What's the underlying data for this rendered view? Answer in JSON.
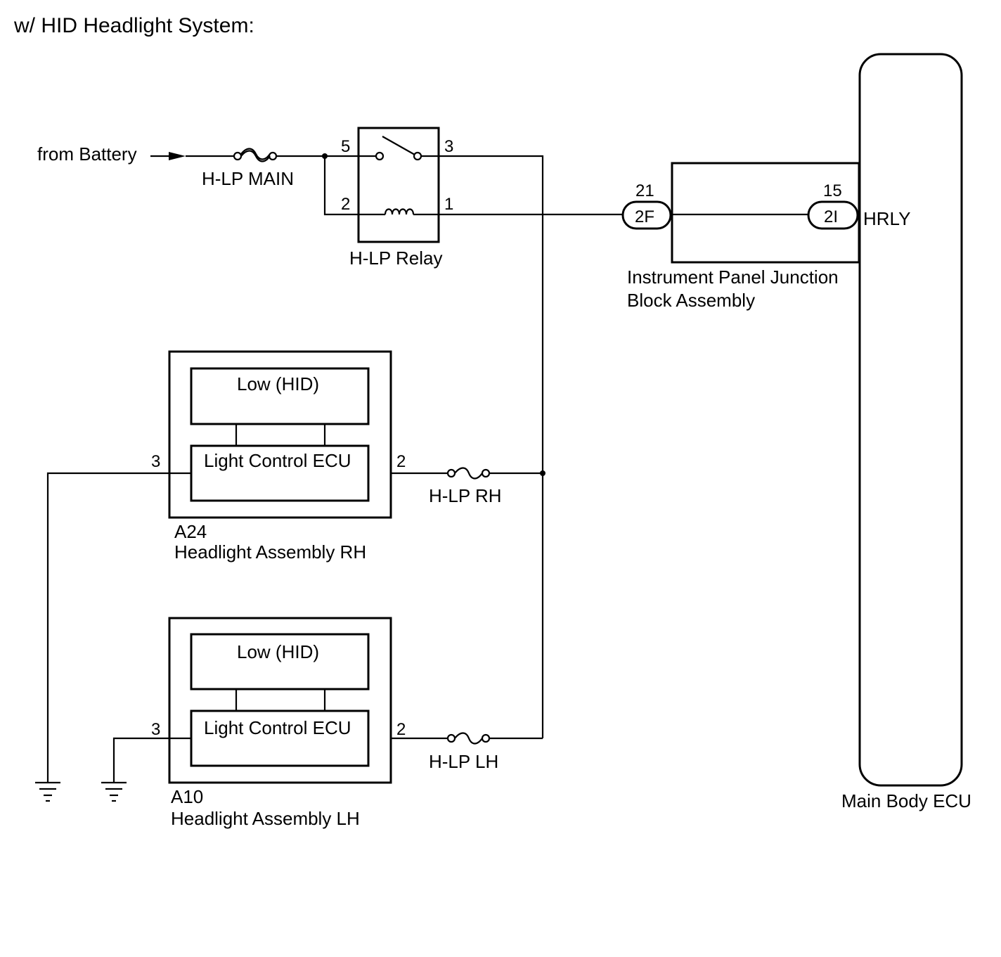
{
  "title": "w/ HID Headlight System:",
  "source": {
    "label": "from Battery"
  },
  "fuses": {
    "main": "H-LP MAIN",
    "rh": "H-LP RH",
    "lh": "H-LP LH"
  },
  "relay": {
    "label": "H-LP Relay",
    "pins": {
      "p5": "5",
      "p3": "3",
      "p2": "2",
      "p1": "1"
    }
  },
  "junction_block": {
    "label_line1": "Instrument Panel Junction",
    "label_line2": "Block Assembly",
    "connector_left": {
      "pin": "21",
      "code": "2F"
    },
    "connector_right": {
      "pin": "15",
      "code": "2I"
    }
  },
  "ecu": {
    "label": "Main Body ECU",
    "terminal": "HRLY"
  },
  "headlight_rh": {
    "code": "A24",
    "name": "Headlight Assembly RH",
    "lamp": "Low (HID)",
    "control": "Light Control ECU",
    "pin_left": "3",
    "pin_right": "2"
  },
  "headlight_lh": {
    "code": "A10",
    "name": "Headlight Assembly LH",
    "lamp": "Low (HID)",
    "control": "Light Control ECU",
    "pin_left": "3",
    "pin_right": "2"
  }
}
